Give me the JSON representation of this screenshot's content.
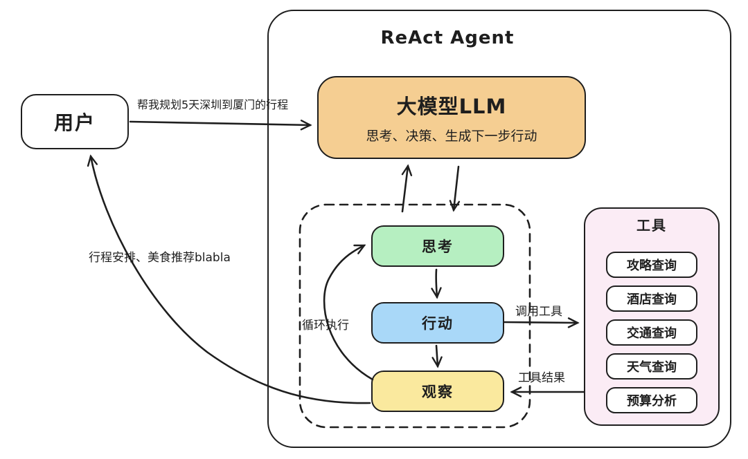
{
  "user": {
    "label": "用户"
  },
  "agent": {
    "title": "ReAct Agent"
  },
  "llm": {
    "title": "大模型LLM",
    "subtitle": "思考、决策、生成下一步行动",
    "fill": "#F5CE92"
  },
  "loop": {
    "label": "循环执行",
    "steps": [
      {
        "label": "思考",
        "fill": "#B6EFC1"
      },
      {
        "label": "行动",
        "fill": "#A9D8F8"
      },
      {
        "label": "观察",
        "fill": "#FAE99E"
      }
    ]
  },
  "tools": {
    "title": "工具",
    "fill": "#FBECF5",
    "items": [
      "攻略查询",
      "酒店查询",
      "交通查询",
      "天气查询",
      "预算分析"
    ]
  },
  "edges": {
    "request": "帮我规划5天深圳到厦门的行程",
    "response": "行程安排、美食推荐blabla",
    "call_tools": "调用工具",
    "tool_result": "工具结果"
  },
  "colors": {
    "stroke": "#1e1e1e",
    "background": "#ffffff",
    "llm_fill": "#F5CE92",
    "think_fill": "#B6EFC1",
    "act_fill": "#A9D8F8",
    "observe_fill": "#FAE99E",
    "tools_fill": "#FBECF5"
  }
}
